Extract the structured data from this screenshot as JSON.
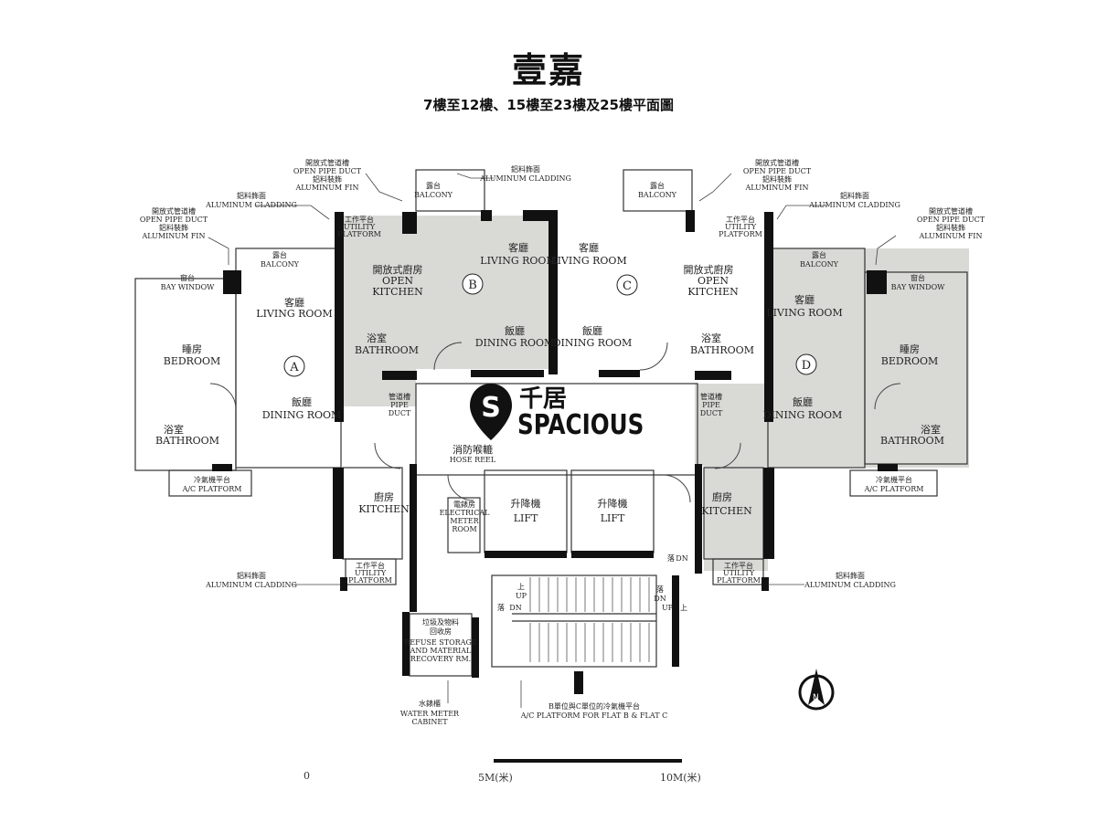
{
  "title": "壹嘉",
  "subtitle": "7樓至12樓、15樓至23樓及25樓平面圖",
  "flats": [
    "A",
    "B",
    "C",
    "D"
  ],
  "labels": {
    "living_cn": "客廳",
    "living_en": "LIVING ROOM",
    "dining_cn": "飯廳",
    "dining_en": "DINING ROOM",
    "bedroom_cn": "睡房",
    "bedroom_en": "BEDROOM",
    "bathroom_cn": "浴室",
    "bathroom_en": "BATHROOM",
    "kitchen_cn": "廚房",
    "kitchen_en": "KITCHEN",
    "openkitchen_cn": "開放式廚房",
    "openkitchen_en1": "OPEN",
    "openkitchen_en2": "KITCHEN",
    "balcony_cn": "露台",
    "balcony_en": "BALCONY",
    "baywindow_cn": "窗台",
    "baywindow_en": "BAY WINDOW",
    "utility_cn": "工作平台",
    "utility_en1": "UTILITY",
    "utility_en2": "PLATFORM",
    "ac_cn": "冷氣機平台",
    "ac_en": "A/C PLATFORM",
    "pipeduct_cn": "管道槽",
    "pipeduct_en1": "PIPE",
    "pipeduct_en2": "DUCT",
    "lift_cn": "升降機",
    "lift_en": "LIFT",
    "hosereel_cn": "消防喉轆",
    "hosereel_en": "HOSE REEL",
    "elecmeter_cn": "電錶房",
    "elecmeter_en1": "ELECTRICAL",
    "elecmeter_en2": "METER",
    "elecmeter_en3": "ROOM",
    "refuse_cn1": "垃圾及物料",
    "refuse_cn2": "回收房",
    "refuse_en1": "REFUSE STORAGE",
    "refuse_en2": "AND MATERIAL",
    "refuse_en3": "RECOVERY RM.",
    "up_cn": "上",
    "up_en": "UP",
    "dn_cn": "落",
    "dn_en": "DN"
  },
  "annotations": {
    "open_pipe_duct_cn": "開放式管道槽",
    "open_pipe_duct_en": "OPEN PIPE DUCT",
    "aluminum_fin_cn": "鋁料裝飾",
    "aluminum_fin_en": "ALUMINUM FIN",
    "aluminum_cladding_cn": "鋁料飾面",
    "aluminum_cladding_en": "ALUMINUM CLADDING",
    "water_meter_cn": "水錶櫃",
    "water_meter_en1": "WATER METER",
    "water_meter_en2": "CABINET",
    "ac_bc_cn": "B單位與C單位的冷氣機平台",
    "ac_bc_en": "A/C PLATFORM FOR FLAT B & FLAT C"
  },
  "scale": {
    "zero": "0",
    "mid": "5M(米)",
    "end": "10M(米)"
  },
  "logo": {
    "cn": "千居",
    "en": "SPACIOUS",
    "mark": "S"
  },
  "north": "N",
  "colors": {
    "wall": "#111111",
    "shade": "#d9d9d6",
    "line": "#333333"
  }
}
